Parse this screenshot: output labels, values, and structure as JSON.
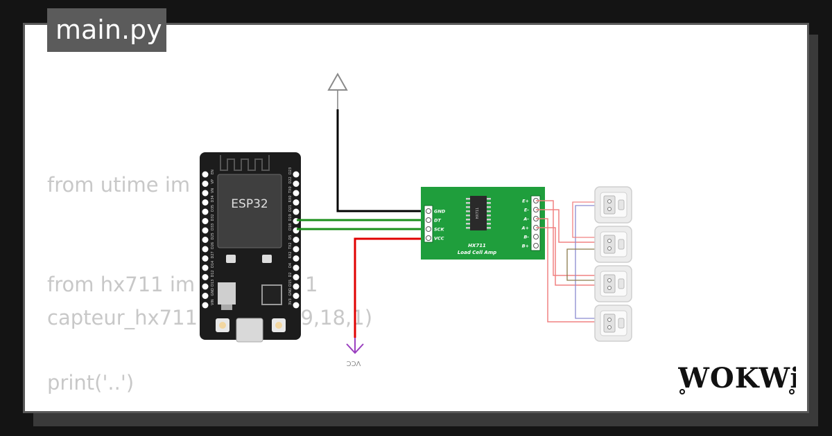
{
  "editor": {
    "file_tab": "main.py",
    "code_lines": [
      "from utime im",
      "from hx711 im",
      "capteur_hx711",
      "print('..')"
    ],
    "code_fragments": [
      "1",
      "19,18,1)"
    ]
  },
  "board": {
    "name": "ESP32",
    "left_pins": [
      "EN",
      "VP",
      "VN",
      "D34",
      "D35",
      "D32",
      "D33",
      "D25",
      "D26",
      "D27",
      "D14",
      "D12",
      "D13",
      "GND",
      "VIN"
    ],
    "right_pins": [
      "D23",
      "D22",
      "TX0",
      "RX0",
      "D21",
      "D19",
      "D18",
      "D5",
      "TX2",
      "RX2",
      "D4",
      "D2",
      "D15",
      "GND",
      "3V3"
    ]
  },
  "hx711": {
    "chip_label": "HX711",
    "title": "HX711",
    "subtitle": "Load Cell Amp",
    "left_pins": [
      "GND",
      "DT",
      "SCK",
      "VCC"
    ],
    "right_pins": [
      "E+",
      "E-",
      "A-",
      "A+",
      "B-",
      "B+"
    ]
  },
  "power": {
    "vcc_label": "VCC"
  },
  "brand": {
    "logo_text": "WOKWi"
  },
  "colors": {
    "wire_data": "#1a8f1a",
    "wire_vcc": "#e00000",
    "wire_gnd": "#000000",
    "vcc_symbol": "#9a3fbf",
    "pcb_green": "#1f9e3c",
    "board_black": "#1c1c1c"
  }
}
